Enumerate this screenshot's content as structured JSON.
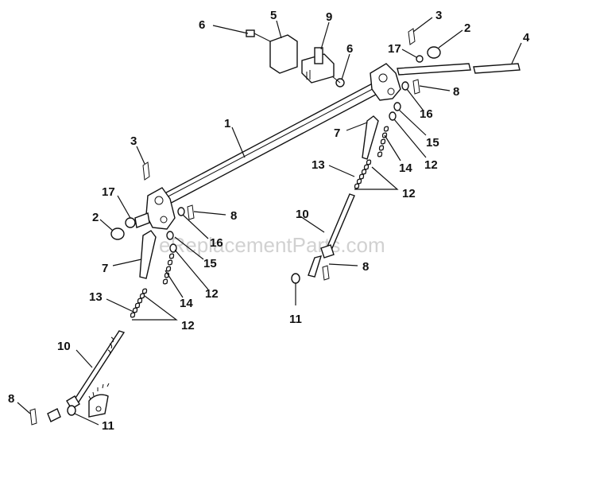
{
  "watermark": "eReplacementParts.com",
  "callouts": [
    {
      "id": "c5",
      "number": "5"
    },
    {
      "id": "c9",
      "number": "9"
    },
    {
      "id": "c6a",
      "number": "6"
    },
    {
      "id": "c6b",
      "number": "6"
    },
    {
      "id": "c3a",
      "number": "3"
    },
    {
      "id": "c2a",
      "number": "2"
    },
    {
      "id": "c4",
      "number": "4"
    },
    {
      "id": "c17a",
      "number": "17"
    },
    {
      "id": "c8a",
      "number": "8"
    },
    {
      "id": "c16a",
      "number": "16"
    },
    {
      "id": "c15a",
      "number": "15"
    },
    {
      "id": "c12a",
      "number": "12"
    },
    {
      "id": "c14a",
      "number": "14"
    },
    {
      "id": "c7a",
      "number": "7"
    },
    {
      "id": "c13a",
      "number": "13"
    },
    {
      "id": "c12b",
      "number": "12"
    },
    {
      "id": "c1",
      "number": "1"
    },
    {
      "id": "c3b",
      "number": "3"
    },
    {
      "id": "c17b",
      "number": "17"
    },
    {
      "id": "c2b",
      "number": "2"
    },
    {
      "id": "c8b",
      "number": "8"
    },
    {
      "id": "c16b",
      "number": "16"
    },
    {
      "id": "c15b",
      "number": "15"
    },
    {
      "id": "c7b",
      "number": "7"
    },
    {
      "id": "c12c",
      "number": "12"
    },
    {
      "id": "c14b",
      "number": "14"
    },
    {
      "id": "c13b",
      "number": "13"
    },
    {
      "id": "c12d",
      "number": "12"
    },
    {
      "id": "c10a",
      "number": "10"
    },
    {
      "id": "c8c",
      "number": "8"
    },
    {
      "id": "c11a",
      "number": "11"
    },
    {
      "id": "c10b",
      "number": "10"
    },
    {
      "id": "c8d",
      "number": "8"
    },
    {
      "id": "c11b",
      "number": "11"
    }
  ]
}
